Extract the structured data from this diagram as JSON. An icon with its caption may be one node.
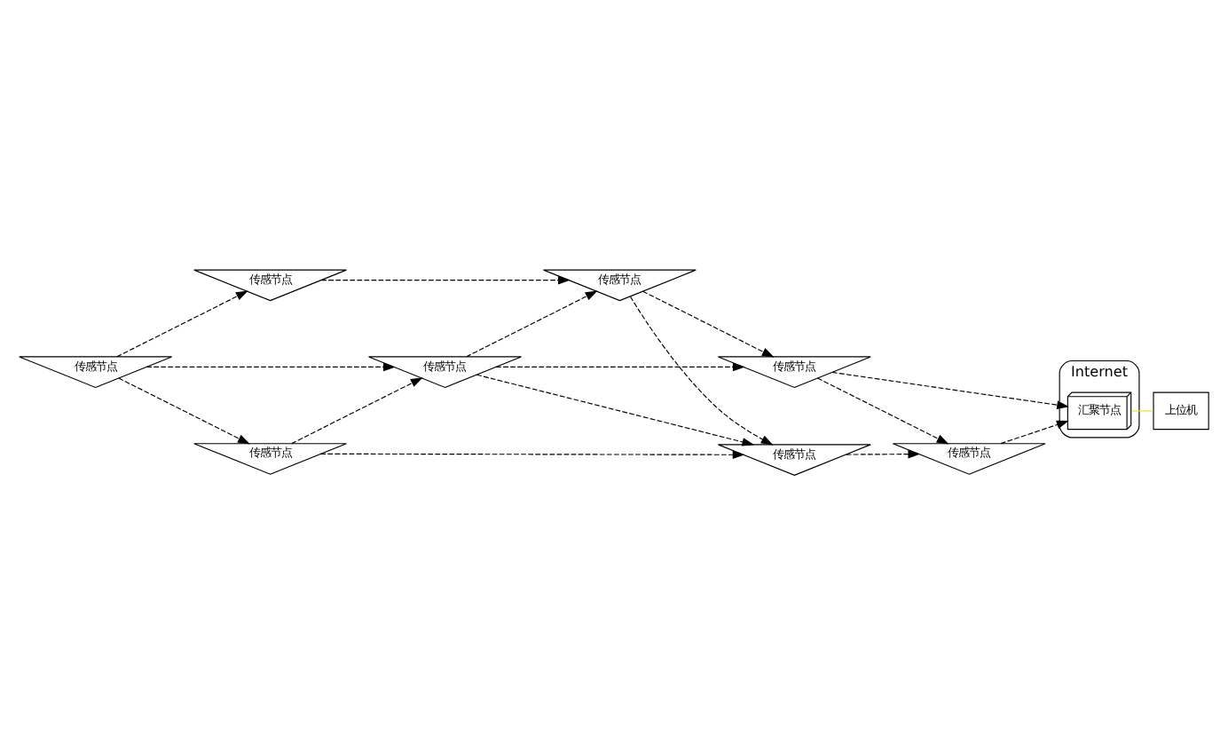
{
  "diagram": {
    "nodes": [
      {
        "text": [
          "传感节点"
        ]
      },
      {
        "text": [
          "传感节点"
        ]
      },
      {
        "text": [
          "传感节点"
        ]
      },
      {
        "text": [
          "传感节点"
        ]
      },
      {
        "text": [
          "传感节点"
        ]
      },
      {
        "text": [
          "Internet"
        ]
      },
      {
        "text": [
          "汇聚节点"
        ],
        "in": 5
      },
      {
        "text": [
          "上位机"
        ]
      },
      {
        "text": [
          "传感节点"
        ]
      },
      {
        "text": [
          "传感节点"
        ]
      },
      {
        "text": [
          "传感节点"
        ]
      }
    ],
    "edges": [
      {
        "from": 3,
        "to": 0,
        "arrow": "to",
        "style": "dashed"
      },
      {
        "from": 3,
        "to": 4,
        "arrow": "to",
        "style": "dashed"
      },
      {
        "from": 3,
        "to": 9,
        "arrow": "to",
        "style": "dashed"
      },
      {
        "from": 0,
        "to": 1,
        "arrow": "to",
        "style": "dashed"
      },
      {
        "from": 1,
        "to": 2,
        "arrow": "to",
        "style": "dashed"
      },
      {
        "from": 1,
        "to": 10,
        "arrow": "to",
        "style": "dashed"
      },
      {
        "from": 4,
        "to": 1,
        "arrow": "to",
        "style": "dashed"
      },
      {
        "from": 4,
        "to": 2,
        "arrow": "to",
        "style": "dashed"
      },
      {
        "from": 4,
        "to": 10,
        "arrow": "to",
        "style": "dashed"
      },
      {
        "from": 9,
        "to": 4,
        "arrow": "to",
        "style": "dashed"
      },
      {
        "from": 9,
        "to": 10,
        "arrow": "to",
        "style": "dashed"
      },
      {
        "from": 10,
        "to": 8,
        "arrow": "to",
        "style": "dashed"
      },
      {
        "from": 2,
        "to": 8,
        "arrow": "to",
        "style": "dashed"
      },
      {
        "from": 2,
        "to": 6,
        "arrow": "to",
        "style": "dashed"
      },
      {
        "from": 8,
        "to": 6,
        "arrow": "to",
        "style": "dashed"
      },
      {
        "from": 6,
        "to": 7,
        "arrow": "none",
        "color": "#e8e020"
      }
    ]
  }
}
